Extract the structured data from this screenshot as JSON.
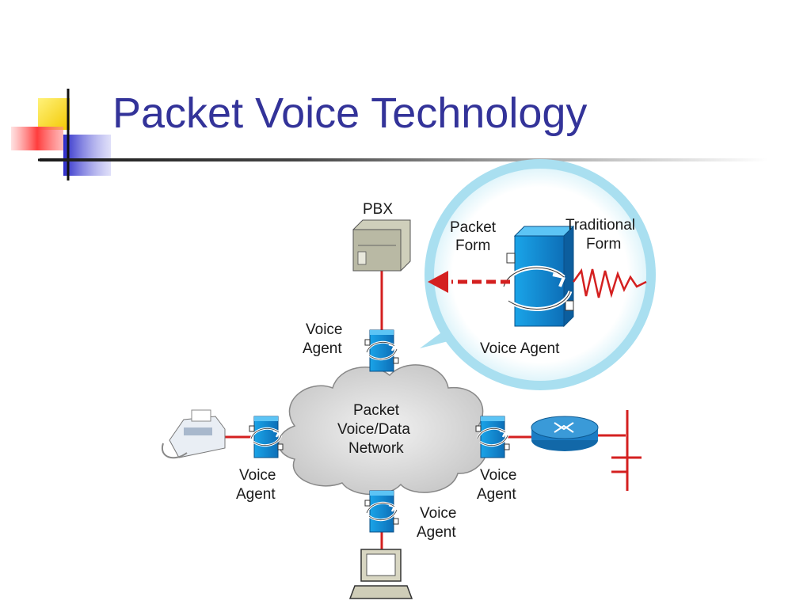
{
  "slide": {
    "title": "Packet Voice Technology"
  },
  "diagram": {
    "pbx_label": "PBX",
    "cloud_label": [
      "Packet",
      "Voice/Data",
      "Network"
    ],
    "voice_agent_labels": {
      "top": [
        "Voice",
        "Agent"
      ],
      "left": [
        "Voice",
        "Agent"
      ],
      "right": [
        "Voice",
        "Agent"
      ],
      "bottom": [
        "Voice",
        "Agent"
      ]
    },
    "callout": {
      "packet_form": [
        "Packet",
        "Form"
      ],
      "traditional_form": [
        "Traditional",
        "Form"
      ],
      "voice_agent": "Voice Agent"
    }
  },
  "colors": {
    "title": "#333399",
    "link": "#d42020",
    "agent": "#1e8fd8",
    "callout_ring": "#a9dff0",
    "cloud": "#d7d7d7"
  }
}
